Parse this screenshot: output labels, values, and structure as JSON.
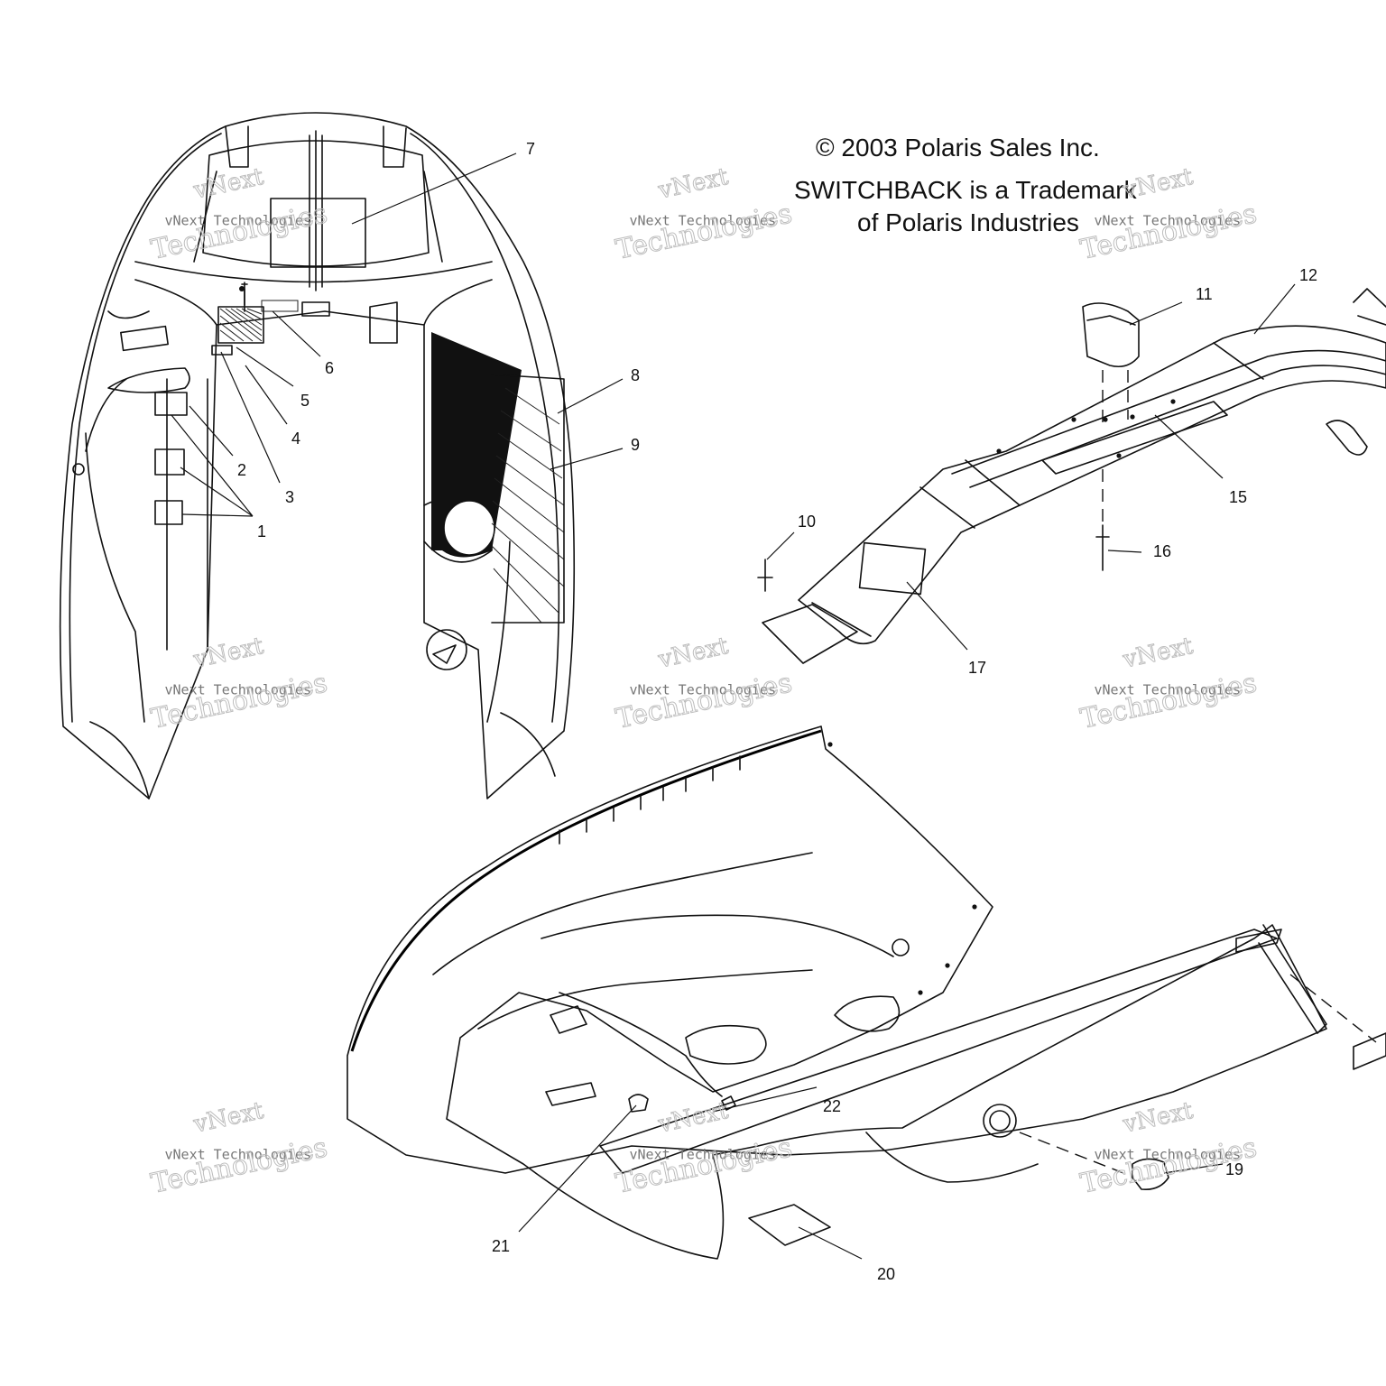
{
  "header": {
    "copyright_symbol": "©",
    "copyright": "2003 Polaris Sales Inc.",
    "trademark_line1": "SWITCHBACK is a Trademark",
    "trademark_line2": "of Polaris Industries"
  },
  "watermark": {
    "line1": "vNext",
    "line2": "vNext Technologies",
    "line3": "Technologies"
  },
  "callouts": [
    "1",
    "2",
    "3",
    "4",
    "5",
    "6",
    "7",
    "8",
    "9",
    "10",
    "11",
    "12",
    "15",
    "16",
    "17",
    "19",
    "20",
    "21",
    "22"
  ],
  "colors": {
    "ink": "#111111",
    "watermark": "#bdbdbd",
    "background": "#ffffff"
  }
}
